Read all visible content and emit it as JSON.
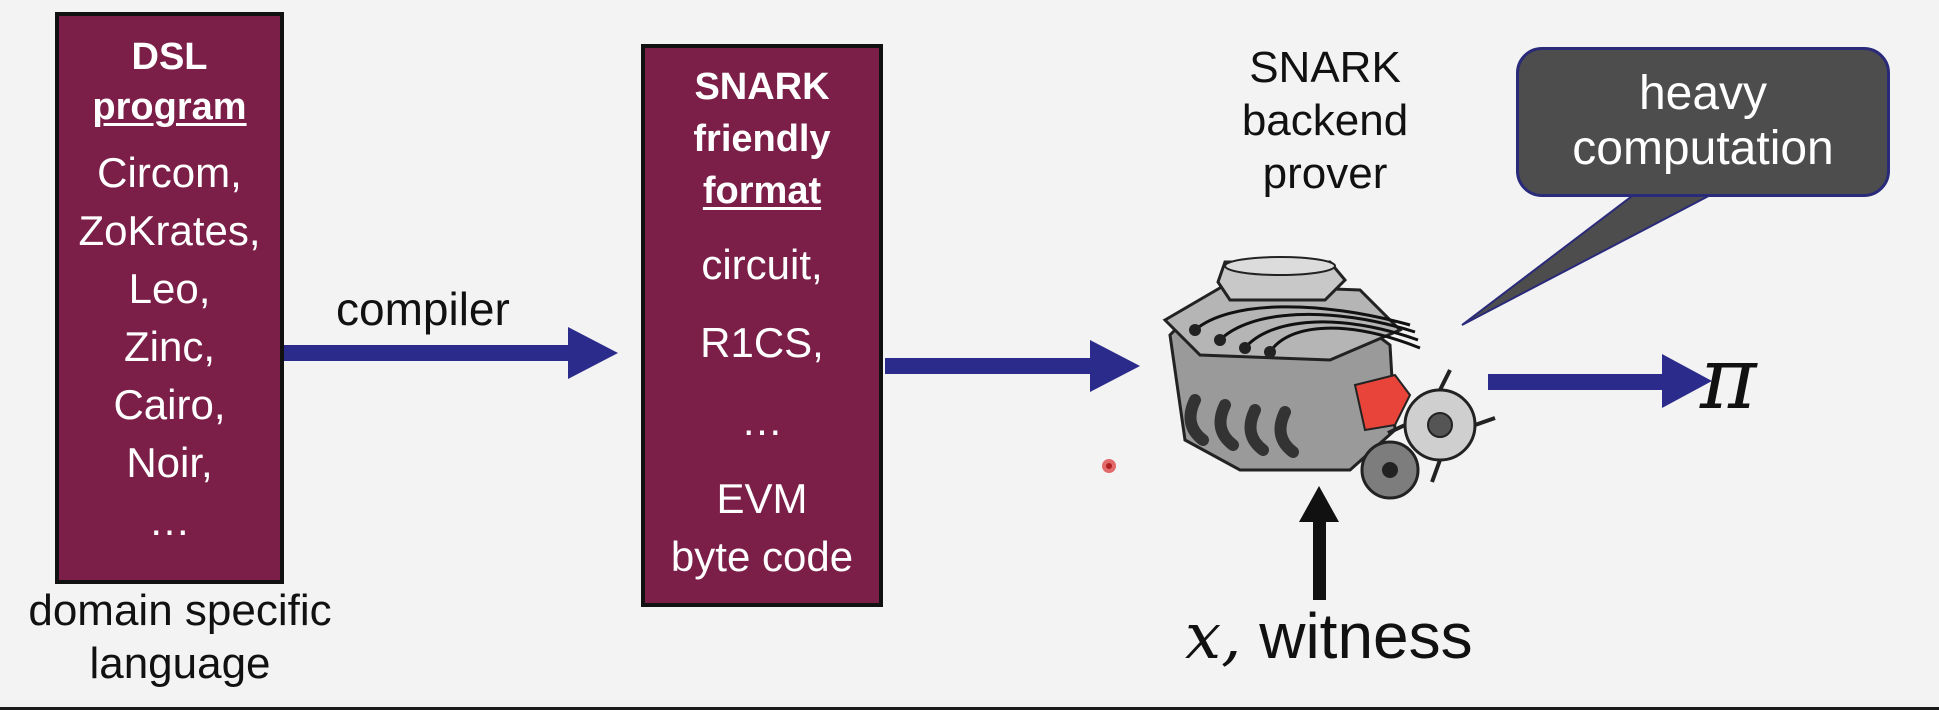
{
  "dsl_box": {
    "title_line1": "DSL",
    "title_line2": "program",
    "items": [
      "Circom,",
      "ZoKrates,",
      "Leo,",
      "Zinc,",
      "Cairo,",
      "Noir,",
      "…"
    ]
  },
  "dsl_caption": {
    "line1": "domain specific",
    "line2": "language"
  },
  "compiler_label": "compiler",
  "snark_box": {
    "title_line1": "SNARK",
    "title_line2": "friendly",
    "title_line3": "format",
    "items": [
      "circuit,",
      "R1CS,",
      "…",
      "EVM",
      "byte code"
    ]
  },
  "prover_label": {
    "line1": "SNARK",
    "line2": "backend",
    "line3": "prover"
  },
  "callout": {
    "line1": "heavy",
    "line2": "computation"
  },
  "inputs_label": {
    "x": "x,",
    "witness": "witness"
  },
  "output_label": "π",
  "colors": {
    "box_fill": "#7b1e48",
    "arrow": "#2b2b8c",
    "callout_fill": "#4d4d4d",
    "engine_accent": "#e8443a"
  },
  "icons": {
    "engine": "engine-icon",
    "pointer": "laser-pointer-dot"
  }
}
